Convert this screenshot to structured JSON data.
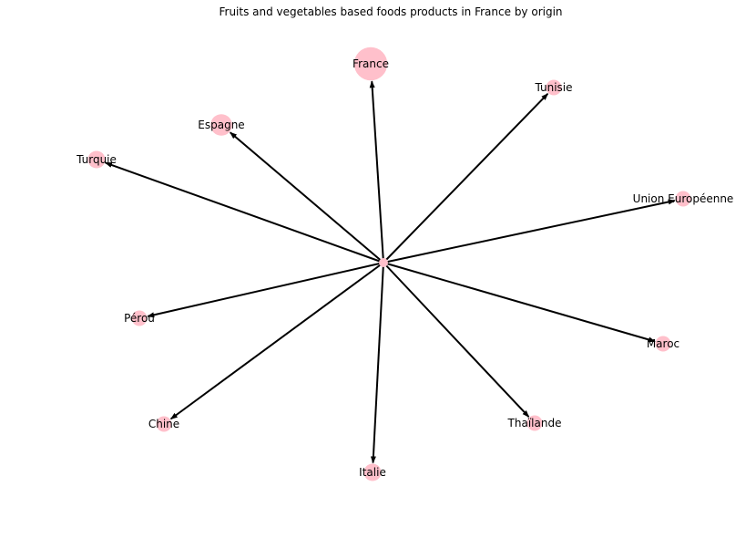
{
  "title": "Fruits and vegetables based foods products in France by origin",
  "colors": {
    "node": "#ffc0cb",
    "edge": "#000000",
    "background": "#ffffff"
  },
  "hub": {
    "label": ""
  },
  "nodes": [
    {
      "label": "France",
      "weight": 10
    },
    {
      "label": "Tunisie",
      "weight": 1
    },
    {
      "label": "Espagne",
      "weight": 3
    },
    {
      "label": "Turquie",
      "weight": 1.5
    },
    {
      "label": "Union Européenne",
      "weight": 1
    },
    {
      "label": "Pérou",
      "weight": 1
    },
    {
      "label": "Maroc",
      "weight": 1
    },
    {
      "label": "Chine",
      "weight": 1
    },
    {
      "label": "Thaïlande",
      "weight": 1
    },
    {
      "label": "Italie",
      "weight": 1.5
    }
  ]
}
